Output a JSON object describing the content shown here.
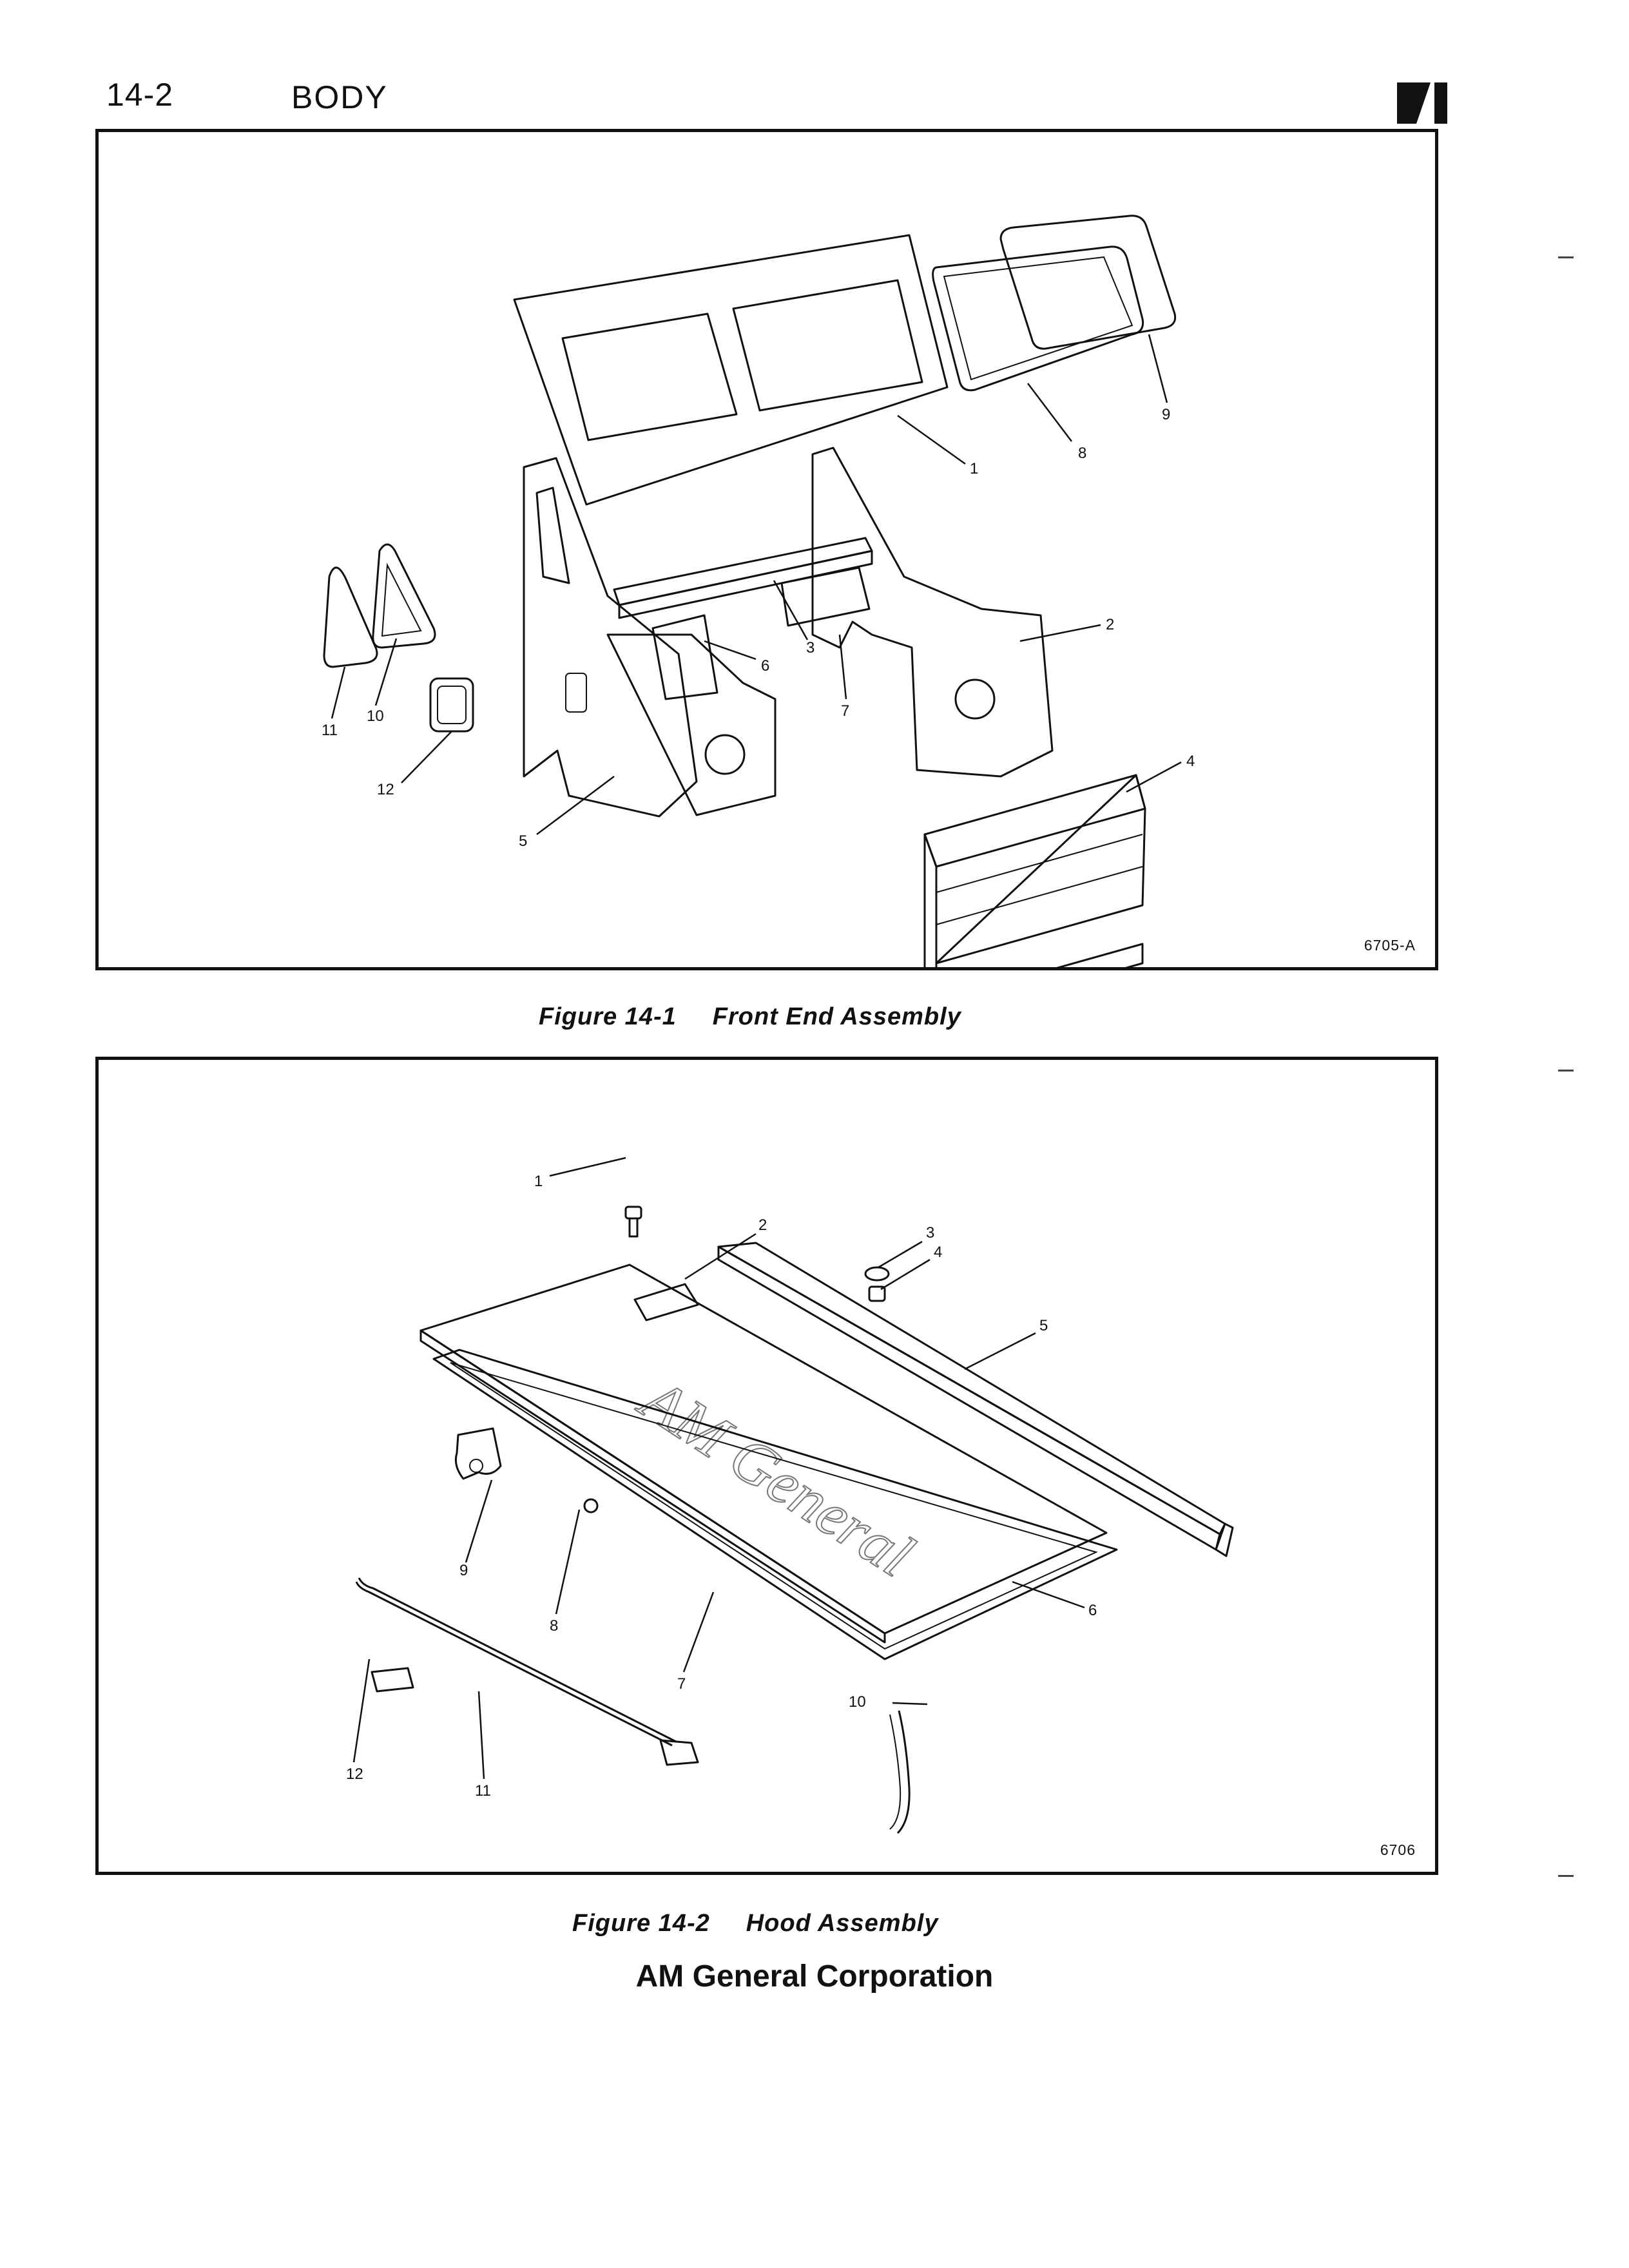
{
  "header": {
    "page_number": "14-2",
    "section_title": "BODY"
  },
  "figures": [
    {
      "id": "fig1",
      "caption_label": "Figure 14-1",
      "caption_title": "Front End Assembly",
      "drawing_code": "6705-A",
      "callouts": [
        "1",
        "2",
        "3",
        "4",
        "5",
        "6",
        "7",
        "8",
        "9",
        "10",
        "11",
        "12"
      ]
    },
    {
      "id": "fig2",
      "caption_label": "Figure 14-2",
      "caption_title": "Hood Assembly",
      "drawing_code": "6706",
      "hood_lettering": "AM General",
      "callouts": [
        "1",
        "2",
        "3",
        "4",
        "5",
        "6",
        "7",
        "8",
        "9",
        "10",
        "11",
        "12"
      ]
    }
  ],
  "footer": {
    "company": "AM General Corporation"
  },
  "colors": {
    "ink": "#111111",
    "paper": "#ffffff"
  }
}
